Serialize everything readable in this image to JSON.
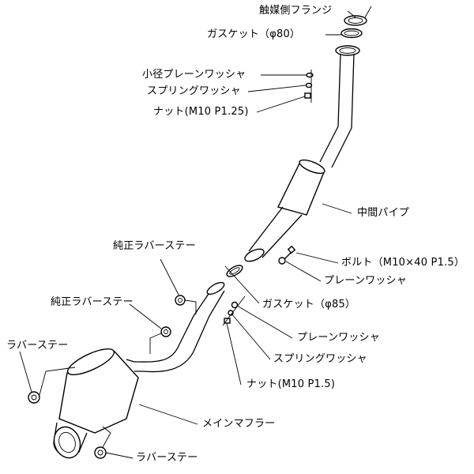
{
  "labels": {
    "cat_flange": "触媒側フランジ",
    "gasket_80": "ガスケット（φ80）",
    "small_washer": "小径プレーンワッシャ",
    "spring_washer_top": "スプリングワッシャ",
    "nut_m10_top": "ナット(M10 P1.25)",
    "mid_pipe": "中間パイプ",
    "oem_rubber_stay_1": "純正ラバーステー",
    "bolt": "ボルト（M10×40 P1.5）",
    "plain_washer_1": "プレーンワッシャ",
    "oem_rubber_stay_2": "純正ラバーステー",
    "gasket_85": "ガスケット（φ85）",
    "rubber_stay_left": "ラバーステー",
    "plain_washer_2": "プレーンワッシャ",
    "spring_washer_bottom": "スプリングワッシャ",
    "nut_m10_bottom": "ナット(M10 P1.5)",
    "main_muffler": "メインマフラー",
    "rubber_stay_bottom": "ラバーステー"
  }
}
